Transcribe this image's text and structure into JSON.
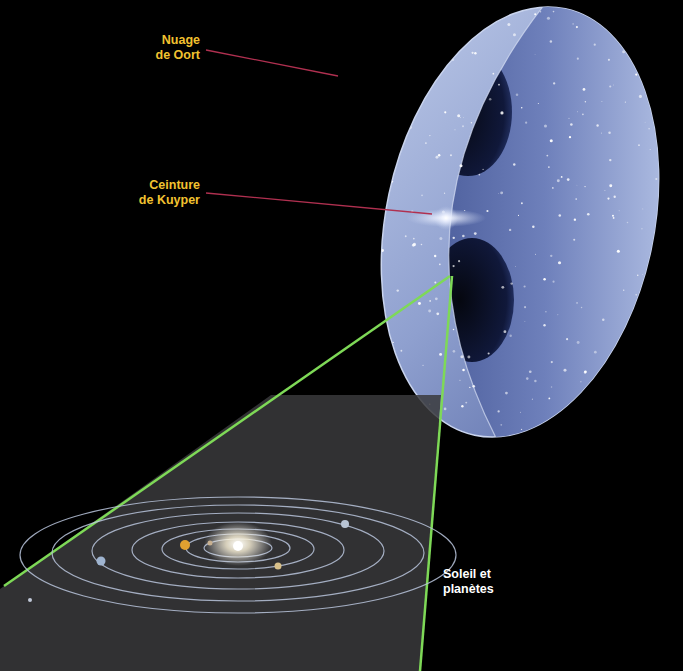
{
  "diagram": {
    "labels": [
      "Nuage de Oort",
      "Ceinture de Kuyper",
      "Soleil et planètes"
    ]
  }
}
